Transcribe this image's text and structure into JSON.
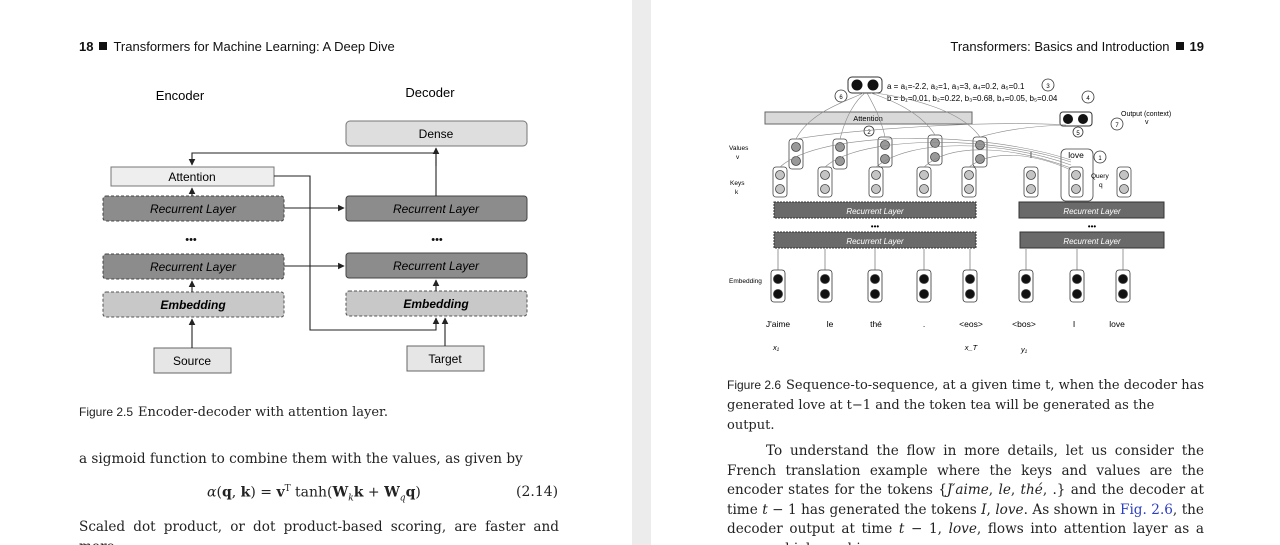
{
  "left_page": {
    "header": {
      "page_number": "18",
      "title": "Transformers for Machine Learning: A Deep Dive"
    },
    "figure": {
      "encoder_label": "Encoder",
      "decoder_label": "Decoder",
      "dense": "Dense",
      "attention": "Attention",
      "recurrent_layer": "Recurrent Layer",
      "embedding": "Embedding",
      "ellipsis": "•••",
      "source": "Source",
      "target": "Target"
    },
    "caption": {
      "number": "Figure 2.5",
      "text": "Encoder-decoder with attention layer."
    },
    "paragraph_intro": "a sigmoid function to combine them with the values, as given by",
    "equation": {
      "number": "(2.14)"
    },
    "paragraph_next": "Scaled dot product, or dot product-based scoring, are faster and more"
  },
  "right_page": {
    "header": {
      "title": "Transformers: Basics and Introduction",
      "page_number": "19"
    },
    "figure": {
      "a_line": "a = a₁=-2.2, a₂=1, a₃=3, a₄=0.2, a₅=0.1",
      "b_line": "b = b₁=0.01, b₂=0.22, b₃=0.68, b₄=0.05, b₅=0.04",
      "attention": "Attention",
      "output_label": "Output (context)",
      "output_symbol": "v",
      "values_label": "Values",
      "values_symbol": "v",
      "keys_label": "Keys",
      "keys_symbol": "k",
      "query_label": "Query",
      "query_symbol": "q",
      "decoder_token_i": "I",
      "decoder_token_love": "love",
      "recurrent_layer": "Recurrent Layer",
      "embedding_label": "Embedding",
      "tokens": [
        "J'aime",
        "le",
        "thé",
        ".",
        "<eos>",
        "<bos>",
        "I",
        "love"
      ],
      "sub_labels": [
        "x₁",
        "x_T",
        "y₁"
      ],
      "step_numbers": [
        "1",
        "2",
        "3",
        "4",
        "5",
        "6",
        "7"
      ]
    },
    "caption": {
      "number": "Figure 2.6",
      "text": "Sequence-to-sequence, at a given time t, when the decoder has generated love at t−1 and the token tea will be generated as the output."
    }
  }
}
